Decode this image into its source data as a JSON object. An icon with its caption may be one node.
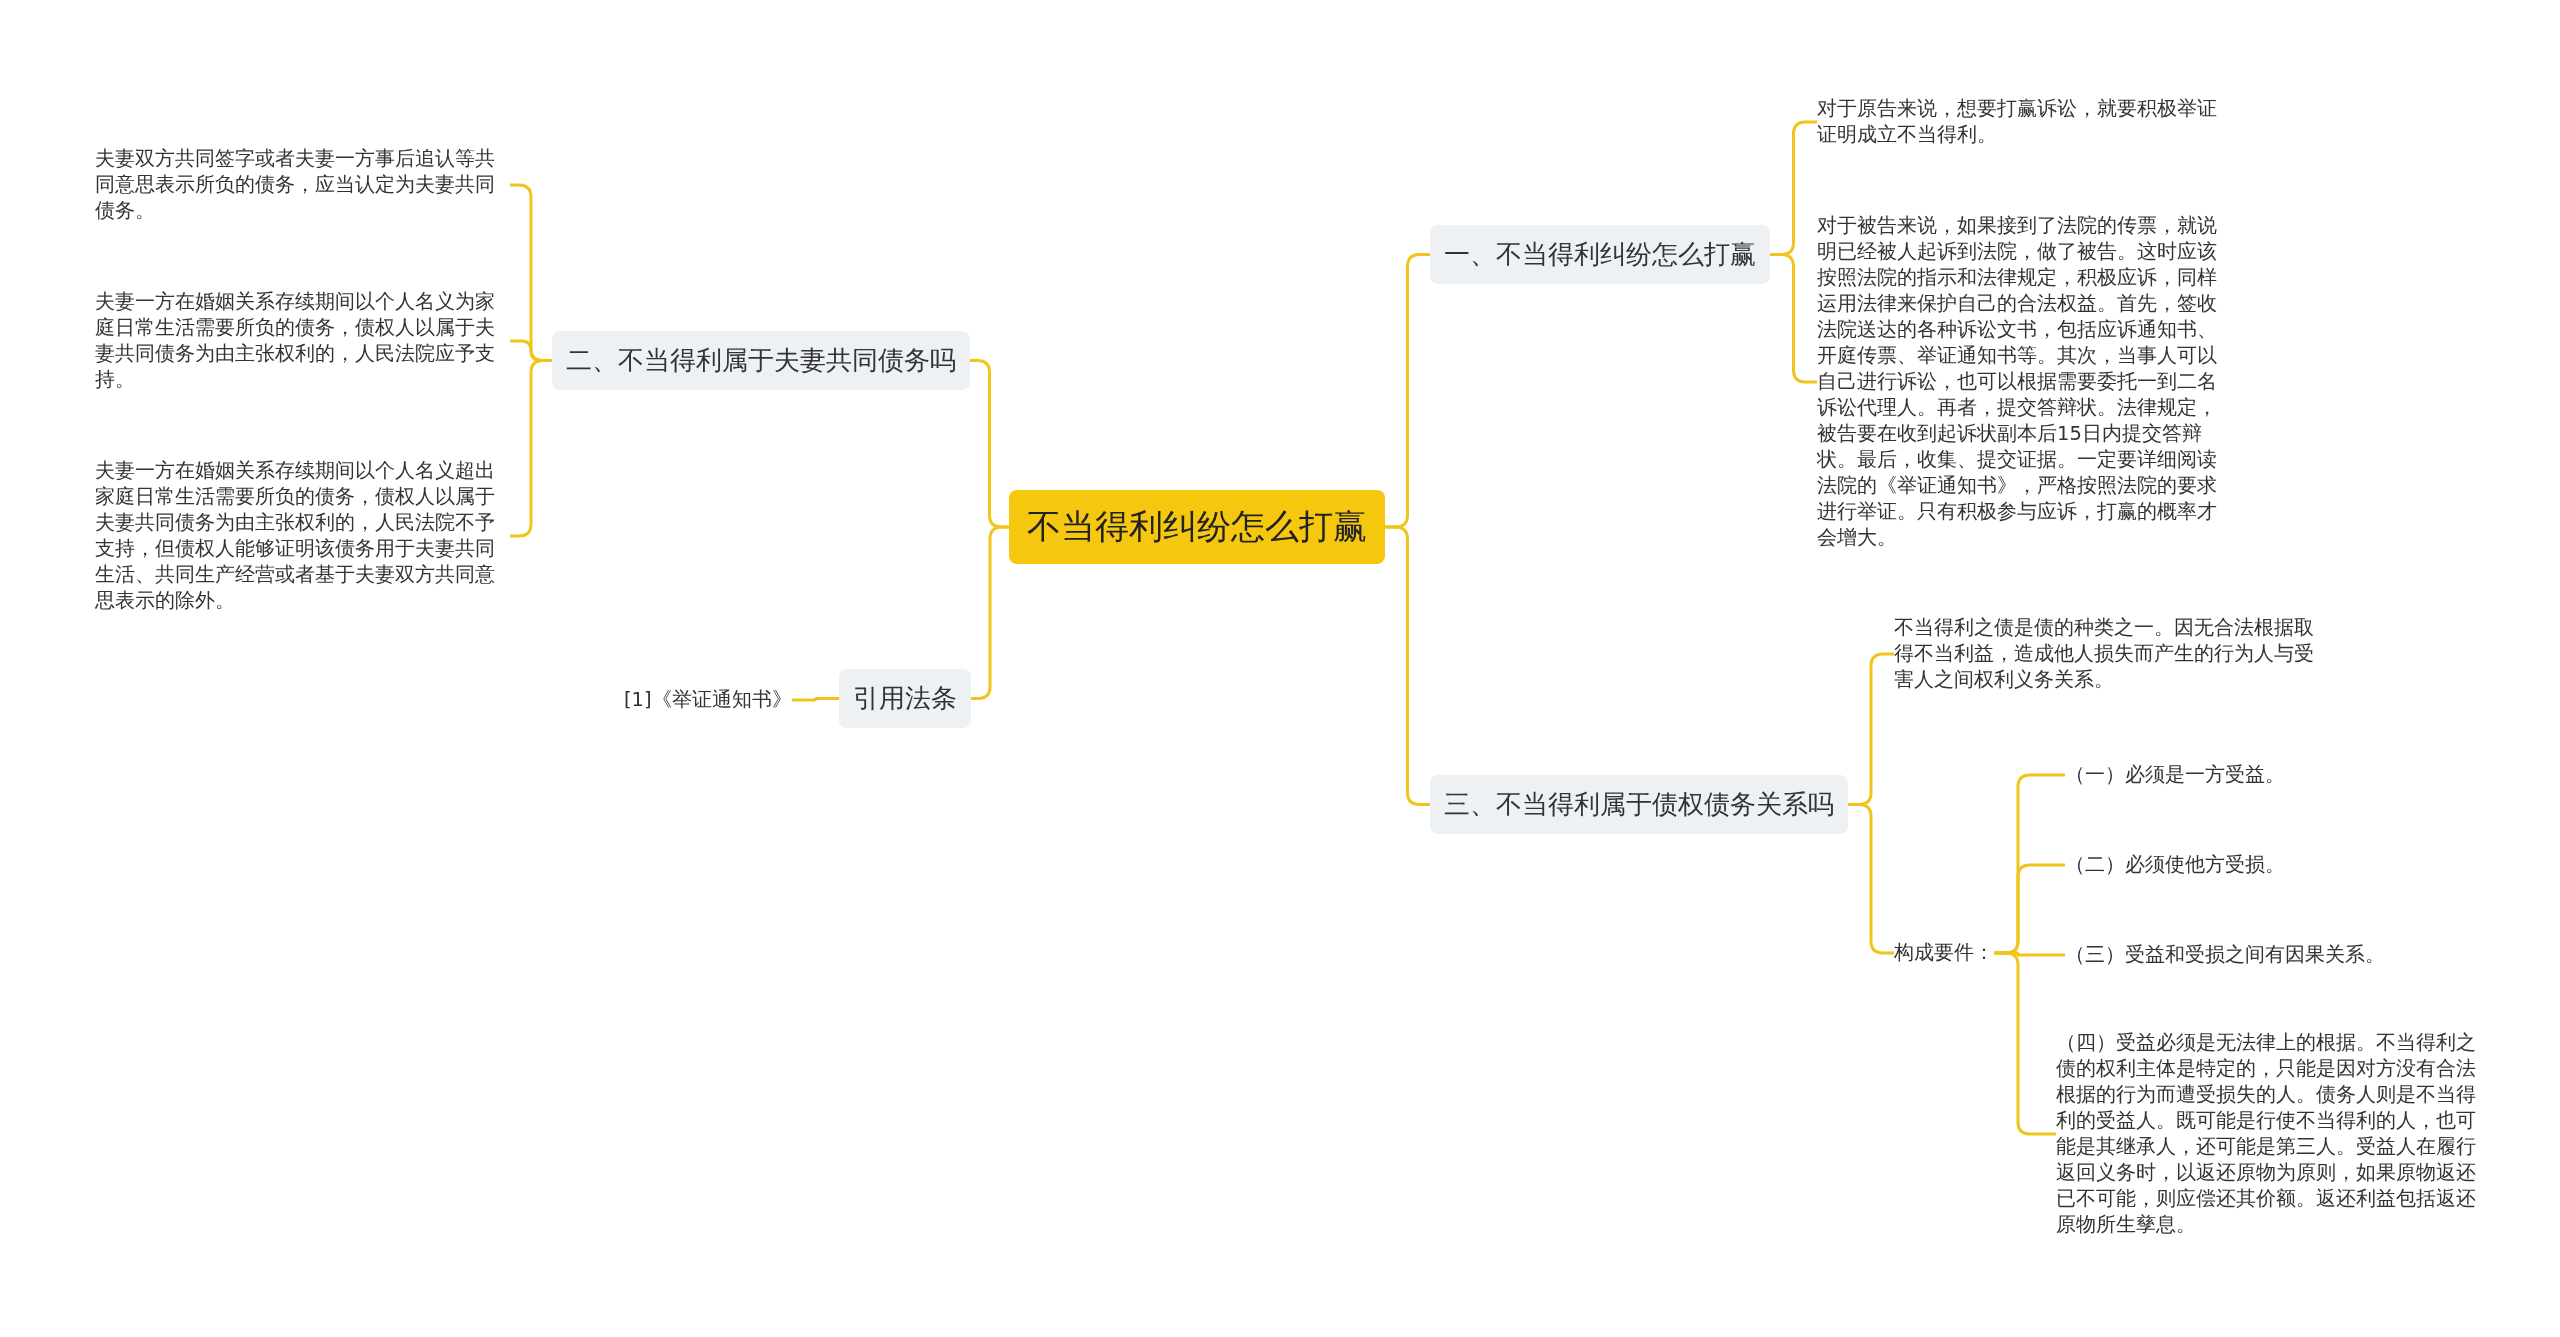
{
  "diagram": {
    "nodes": [
      {
        "text": [
          "不当得利纠纷怎么打赢"
        ]
      },
      {
        "text": [
          "一、不当得利纠纷怎么打赢"
        ]
      },
      {
        "text": [
          "对于原告来说，想要打赢诉讼，就要积极举证证明成立不当得利。"
        ]
      },
      {
        "text": [
          "对于被告来说，如果接到了法院的传票，就说明已经被人起诉到法院，做了被告。这时应该按照法院的指示和法律规定，积极应诉，同样运用法律来保护自己的合法权益。首先，签收法院送达的各种诉讼文书，包括应诉通知书、开庭传票、举证通知书等。其次，当事人可以自己进行诉讼，也可以根据需要委托一到二名诉讼代理人。再者，提交答辩状。法律规定，被告要在收到起诉状副本后15日内提交答辩状。最后，收集、提交证据。一定要详细阅读法院的《举证通知书》，严格按照法院的要求进行举证。只有积极参与应诉，打赢的概率才会增大。"
        ]
      },
      {
        "text": [
          "三、不当得利属于债权债务关系吗"
        ]
      },
      {
        "text": [
          "不当得利之债是债的种类之一。因无合法根据取得不当利益，造成他人损失而产生的行为人与受害人之间权利义务关系。"
        ]
      },
      {
        "text": [
          "构成要件："
        ]
      },
      {
        "text": [
          "（一）必须是一方受益。"
        ]
      },
      {
        "text": [
          "（二）必须使他方受损。"
        ]
      },
      {
        "text": [
          "（三）受益和受损之间有因果关系。"
        ]
      },
      {
        "text": [
          "（四）受益必须是无法律上的根据。不当得利之债的权利主体是特定的，只能是因对方没有合法根据的行为而遭受损失的人。债务人则是不当得利的受益人。既可能是行使不当得利的人，也可能是其继承人，还可能是第三人。受益人在履行返回义务时，以返还原物为原则，如果原物返还已不可能，则应偿还其价额。返还利益包括返还原物所生孳息。"
        ]
      },
      {
        "text": [
          "二、不当得利属于夫妻共同债务吗"
        ]
      },
      {
        "text": [
          "夫妻双方共同签字或者夫妻一方事后追认等共同意思表示所负的债务，应当认定为夫妻共同债务。"
        ]
      },
      {
        "text": [
          "夫妻一方在婚姻关系存续期间以个人名义为家庭日常生活需要所负的债务，债权人以属于夫妻共同债务为由主张权利的，人民法院应予支持。"
        ]
      },
      {
        "text": [
          "夫妻一方在婚姻关系存续期间以个人名义超出家庭日常生活需要所负的债务，债权人以属于夫妻共同债务为由主张权利的，人民法院不予支持，但债权人能够证明该债务用于夫妻共同生活、共同生产经营或者基于夫妻双方共同意思表示的除外。"
        ]
      },
      {
        "text": [
          "引用法条"
        ]
      },
      {
        "text": [
          "[1]《举证通知书》"
        ]
      }
    ],
    "edges": [
      {
        "from": 0,
        "to": 1,
        "arrow": "none"
      },
      {
        "from": 1,
        "to": 2,
        "arrow": "none"
      },
      {
        "from": 1,
        "to": 3,
        "arrow": "none"
      },
      {
        "from": 0,
        "to": 4,
        "arrow": "none"
      },
      {
        "from": 4,
        "to": 5,
        "arrow": "none"
      },
      {
        "from": 4,
        "to": 6,
        "arrow": "none"
      },
      {
        "from": 6,
        "to": 7,
        "arrow": "none"
      },
      {
        "from": 6,
        "to": 8,
        "arrow": "none"
      },
      {
        "from": 6,
        "to": 9,
        "arrow": "none"
      },
      {
        "from": 6,
        "to": 10,
        "arrow": "none"
      },
      {
        "from": 0,
        "to": 11,
        "arrow": "none"
      },
      {
        "from": 11,
        "to": 12,
        "arrow": "none"
      },
      {
        "from": 11,
        "to": 13,
        "arrow": "none"
      },
      {
        "from": 11,
        "to": 14,
        "arrow": "none"
      },
      {
        "from": 0,
        "to": 15,
        "arrow": "none"
      },
      {
        "from": 15,
        "to": 16,
        "arrow": "none"
      }
    ]
  }
}
